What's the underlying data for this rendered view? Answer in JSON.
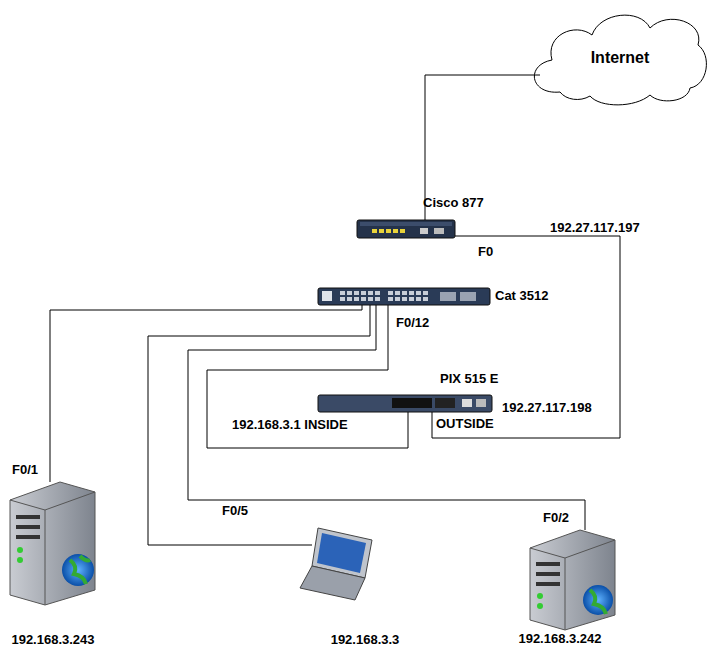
{
  "diagram": {
    "nodes": [
      {
        "text": [
          "Internet"
        ]
      },
      {
        "text": [
          "Cisco 877"
        ]
      },
      {
        "text": [
          "Cat 3512"
        ]
      },
      {
        "text": [
          "PIX 515 E"
        ]
      },
      {
        "text": [
          "192.168.3.243"
        ]
      },
      {
        "text": [
          "192.168.3.3"
        ]
      },
      {
        "text": [
          "192.168.3.242"
        ]
      }
    ],
    "edges": [
      {
        "from": 0,
        "to": 1,
        "arrow": "none"
      },
      {
        "from": 1,
        "to": 3,
        "arrow": "none"
      },
      {
        "from": 2,
        "to": 4,
        "arrow": "none"
      },
      {
        "from": 2,
        "to": 5,
        "arrow": "none"
      },
      {
        "from": 2,
        "to": 6,
        "arrow": "none"
      },
      {
        "from": 2,
        "to": 3,
        "arrow": "none"
      }
    ],
    "labels": [
      "192.27.117.197",
      "F0",
      "F0/12",
      "192.168.3.1 INSIDE",
      "OUTSIDE",
      "192.27.117.198",
      "F0/1",
      "F0/5",
      "F0/2"
    ]
  }
}
